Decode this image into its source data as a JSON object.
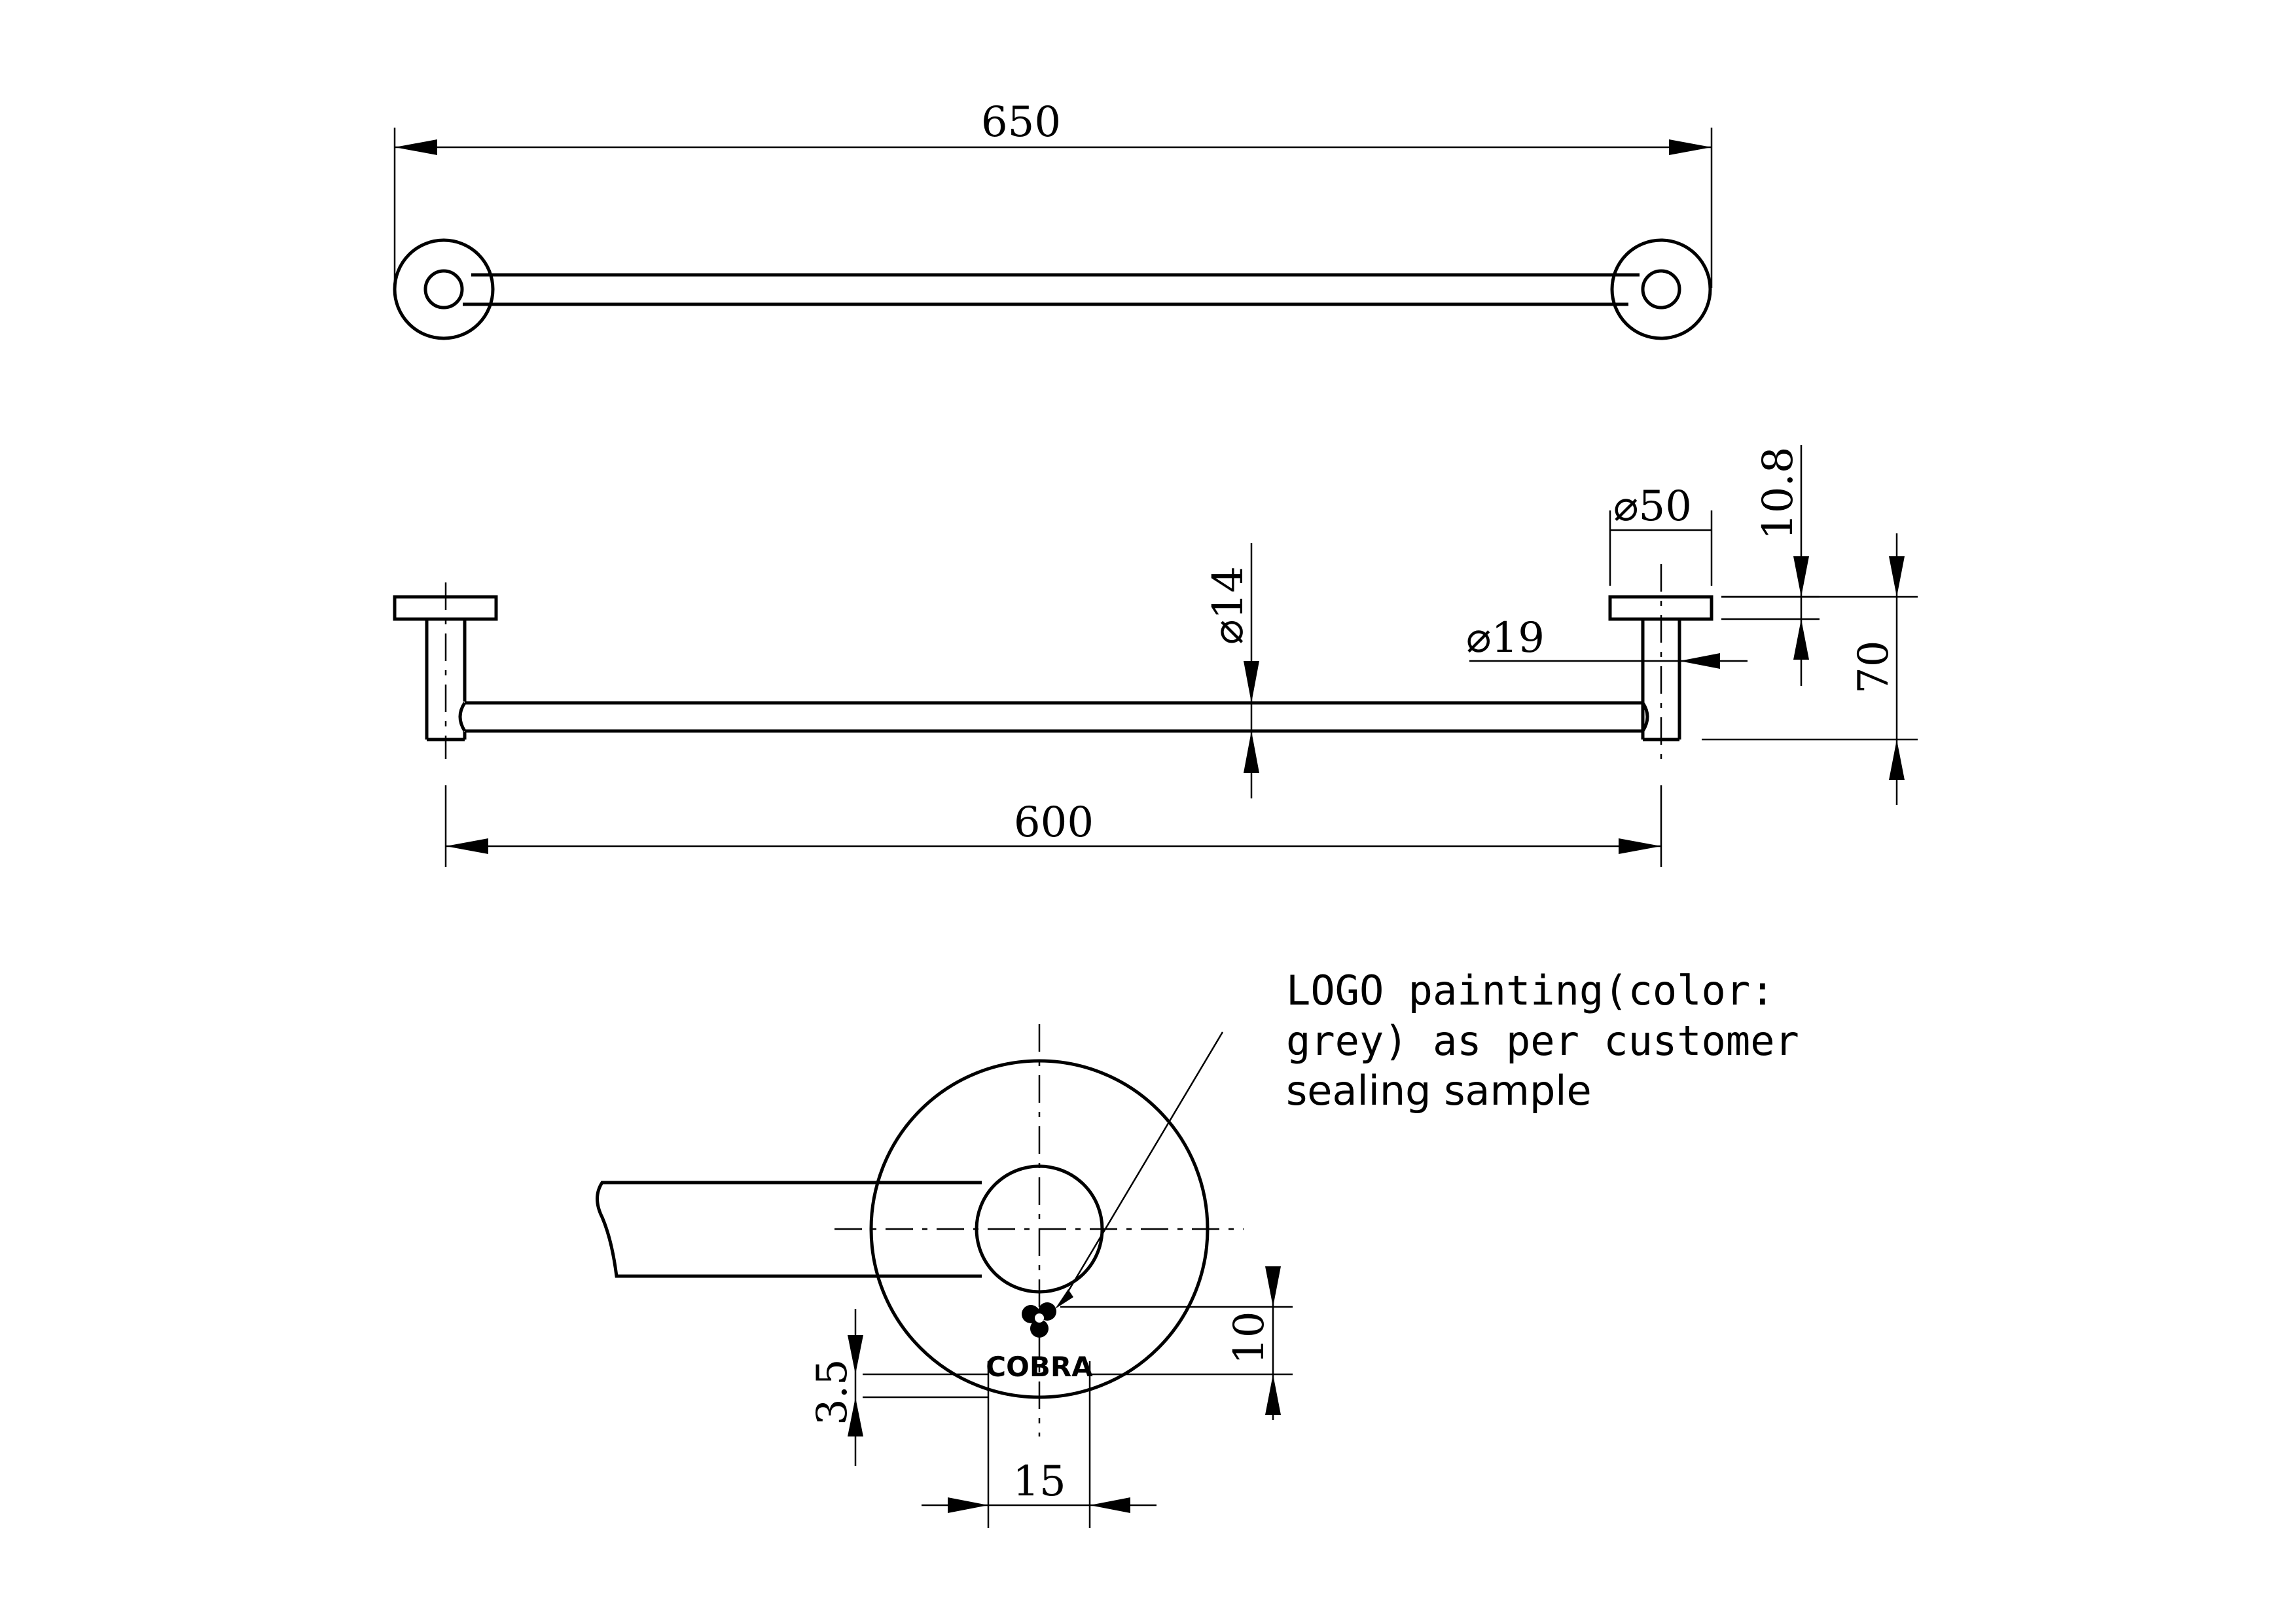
{
  "top_view": {
    "overall_length": "650"
  },
  "front_view": {
    "centers_length": "600",
    "bar_diameter": "14",
    "post_diameter": "19",
    "flange_diameter": "50",
    "flange_thickness": "10.8",
    "projection": "70",
    "diameter_symbol": "⌀"
  },
  "detail_view": {
    "note_line1": "LOGO painting(color:",
    "note_line2": "grey) as per customer",
    "note_line3": "sealing sample",
    "logo_text": "COBRA",
    "logo_height": "10",
    "logo_width": "15",
    "text_height": "3.5"
  }
}
